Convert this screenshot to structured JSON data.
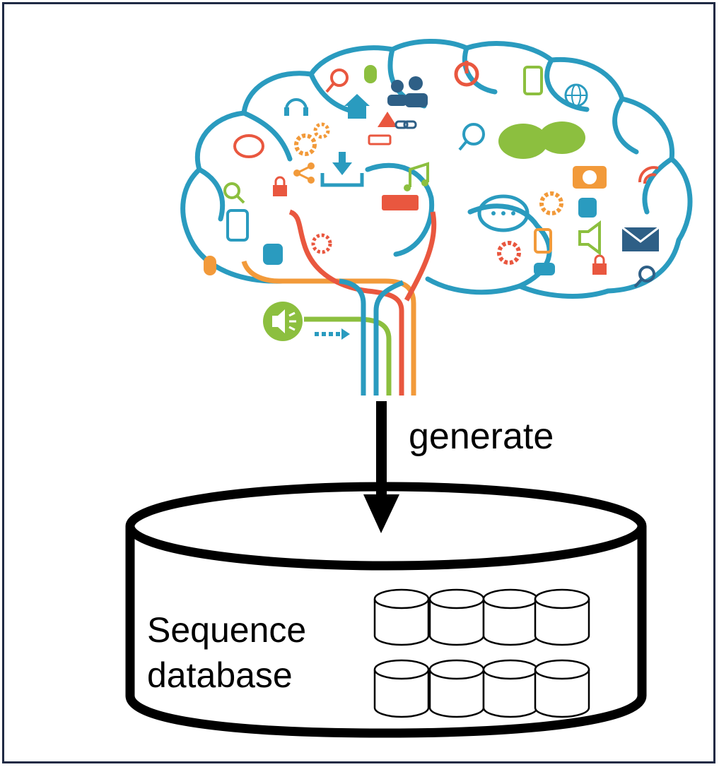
{
  "diagram": {
    "arrow_label": "generate",
    "database_label_line1": "Sequence",
    "database_label_line2": "database"
  },
  "colors": {
    "brain_outline": "#2a9bbf",
    "orange": "#f29a3a",
    "red": "#e9573f",
    "green": "#8cbf3f",
    "blue": "#2a9bbf",
    "navy": "#2e5f86",
    "border": "#1f2a44"
  },
  "icons": [
    "search-icon",
    "mouse-icon",
    "users-icon",
    "power-icon",
    "phone-icon",
    "globe-icon",
    "headphones-icon",
    "home-icon",
    "warning-icon",
    "chat-icon",
    "gear-icon",
    "download-icon",
    "music-icon",
    "camera-icon",
    "wifi-icon",
    "lock-icon",
    "hand-icon",
    "email-icon",
    "speaker-icon",
    "share-icon",
    "keyboard-icon",
    "usb-icon",
    "link-icon"
  ]
}
